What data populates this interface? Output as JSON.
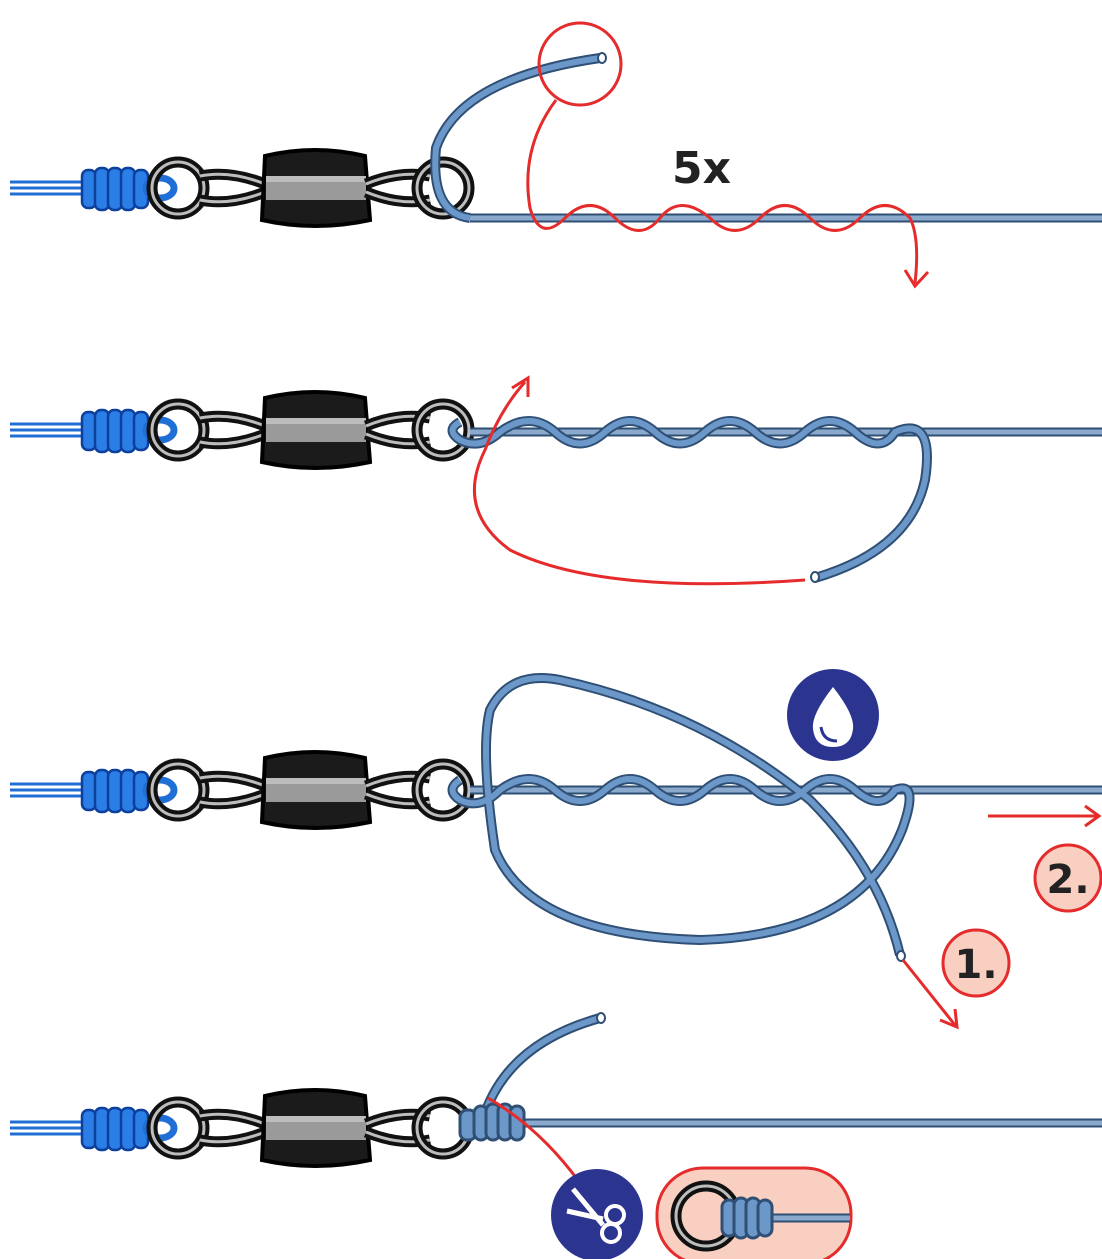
{
  "steps": [
    {
      "id": 1,
      "wrap_count_label": "5x"
    },
    {
      "id": 2
    },
    {
      "id": 3,
      "order_labels": [
        "1.",
        "2."
      ],
      "icon": "water-drop-icon"
    },
    {
      "id": 4,
      "icon": "scissors-icon",
      "detail": "finished-knot-closeup"
    }
  ],
  "colors": {
    "line": "#6b97c9",
    "line_outline": "#2f4f74",
    "main_line": "#8aa9cc",
    "leader": "#1f6fd6",
    "swivel": "#222222",
    "swivel_light": "#9a9a9a",
    "annotation": "#e52b2b",
    "badge_fill": "#f9cfc2",
    "icon_circle": "#2b3590"
  }
}
